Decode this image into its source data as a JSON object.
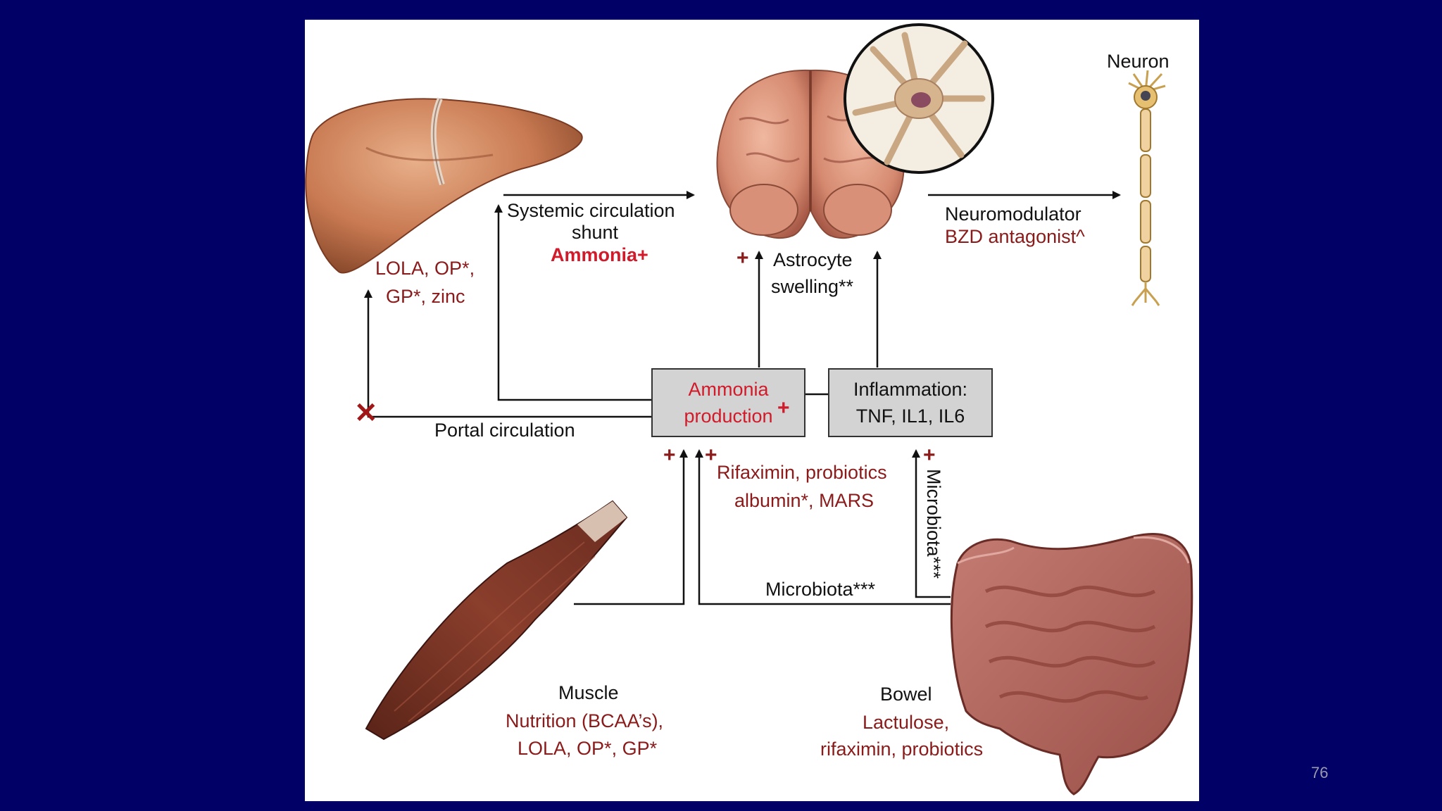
{
  "colors": {
    "slide_background": "#000066",
    "panel_background": "#ffffff",
    "dark_red_text": "#8b1a1a",
    "bright_red_text": "#d11a2a",
    "box_fill": "#d3d3d3"
  },
  "organs": {
    "liver": "liver-illustration",
    "brain": "brain-illustration",
    "astrocyte_inset": "astrocyte-inset-illustration",
    "neuron": "neuron-illustration",
    "muscle": "muscle-illustration",
    "bowel": "bowel-illustration"
  },
  "labels": {
    "neuron_title": "Neuron",
    "systemic_line1": "Systemic circulation",
    "systemic_line2": "shunt",
    "ammonia_plus": "Ammonia+",
    "liver_tx_line1": "LOLA, OP*,",
    "liver_tx_line2": "GP*, zinc",
    "astrocyte_line1": "Astrocyte",
    "astrocyte_line2": "swelling**",
    "neuromodulator": "Neuromodulator",
    "bzd_antagonist": "BZD antagonist^",
    "portal_circulation": "Portal circulation",
    "ammonia_box_line1": "Ammonia",
    "ammonia_box_line2": "production",
    "inflammation_line1": "Inflammation:",
    "inflammation_line2": "TNF, IL1, IL6",
    "rifaximin_line1": "Rifaximin, probiotics",
    "rifaximin_line2": "albumin*, MARS",
    "microbiota_vertical": "Microbiota***",
    "microbiota_horizontal": "Microbiota***",
    "muscle_title": "Muscle",
    "muscle_tx_line1": "Nutrition (BCAA’s),",
    "muscle_tx_line2": "LOLA, OP*, GP*",
    "bowel_title": "Bowel",
    "bowel_tx_line1": "Lactulose,",
    "bowel_tx_line2": "rifaximin, probiotics",
    "plus_sign": "+",
    "block_mark": "✕"
  },
  "slide_number": "76"
}
